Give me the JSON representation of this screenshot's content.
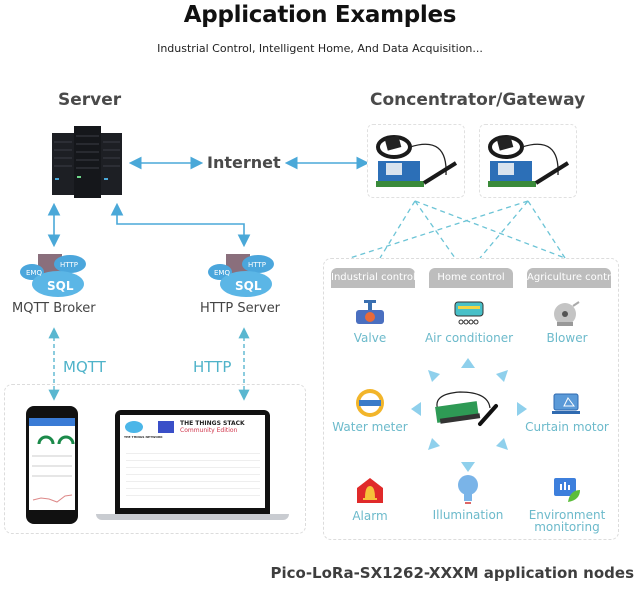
{
  "header": {
    "title": "Application Examples",
    "subtitle": "Industrial Control, Intelligent Home, And Data Acquisition..."
  },
  "server": {
    "label": "Server",
    "icon": "server-rack-icon"
  },
  "gateway": {
    "label": "Concentrator/Gateway",
    "count": 2,
    "icon": "lora-gateway-hat-icon"
  },
  "internet": {
    "label": "Internet"
  },
  "brokers": [
    {
      "label": "MQTT Broker",
      "icon": "cloud-sql-icon",
      "cloud_tags": [
        "EMQ",
        "HTTP",
        "SQL"
      ]
    },
    {
      "label": "HTTP Server",
      "icon": "cloud-sql-icon",
      "cloud_tags": [
        "EMQ",
        "HTTP",
        "SQL"
      ]
    }
  ],
  "protocols": {
    "mqtt": "MQTT",
    "http": "HTTP"
  },
  "clients": {
    "phone": {
      "icon": "smartphone-app-icon"
    },
    "laptop": {
      "icon": "laptop-icon",
      "network_label": "THE THINGS NETWORK",
      "stack_title": "THE THINGS STACK",
      "stack_subtitle": "Community Edition"
    }
  },
  "node_area": {
    "tabs": [
      "Industrial control",
      "Home control",
      "Agriculture control"
    ],
    "center_device": "Pico-LoRa module",
    "nodes": [
      {
        "label": "Valve",
        "icon": "valve-icon"
      },
      {
        "label": "Air conditioner",
        "icon": "air-conditioner-icon"
      },
      {
        "label": "Blower",
        "icon": "blower-icon"
      },
      {
        "label": "Water meter",
        "icon": "water-meter-icon"
      },
      {
        "label": "Curtain motor",
        "icon": "curtain-motor-icon"
      },
      {
        "label": "Alarm",
        "icon": "alarm-icon"
      },
      {
        "label": "Illumination",
        "icon": "light-bulb-icon"
      },
      {
        "label_line1": "Environment",
        "label_line2": "monitoring",
        "icon": "environment-monitor-icon"
      }
    ]
  },
  "footer": {
    "caption": "Pico-LoRa-SX1262-XXXM application nodes"
  },
  "colors": {
    "arrow": "#4aa8d8",
    "dashed_link": "#6cc4d6",
    "node_label": "#6cbacb",
    "tab_bg": "#bdbdbd"
  }
}
